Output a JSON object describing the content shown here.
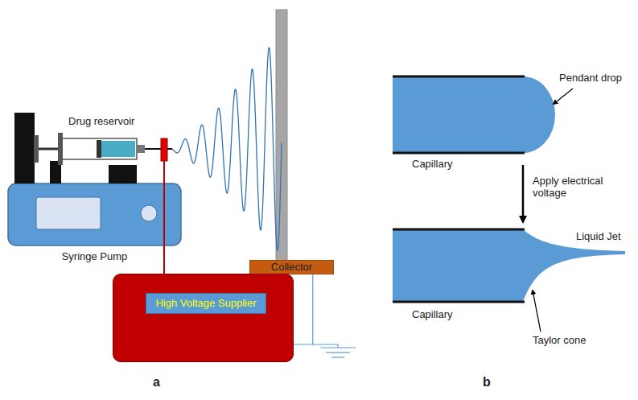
{
  "diagram": {
    "nodes": [
      {
        "text": [
          "Syringe Pump"
        ]
      },
      {
        "text": [
          "Collector"
        ]
      },
      {
        "text": [
          "High Voltage Supplier"
        ]
      }
    ],
    "edges": [
      {
        "from": 1,
        "to": 2,
        "arrow": "none"
      }
    ],
    "labels": [
      "Drug reservoir",
      "Pendant drop",
      "Capillary",
      "Apply electrical voltage",
      "Liquid Jet",
      "Capillary",
      "Taylor cone",
      "a",
      "b"
    ]
  }
}
